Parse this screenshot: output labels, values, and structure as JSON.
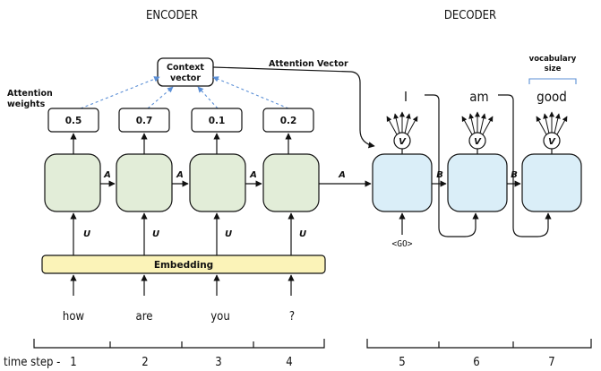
{
  "headers": {
    "encoder": "ENCODER",
    "decoder": "DECODER"
  },
  "context": {
    "line1": "Context",
    "line2": "vector"
  },
  "attention_weights": {
    "line1": "Attention",
    "line2": "weights"
  },
  "attention_vector": "Attention Vector",
  "weights": [
    "0.5",
    "0.7",
    "0.1",
    "0.2"
  ],
  "vocab": {
    "line1": "vocabulary",
    "line2": "size"
  },
  "embedding": "Embedding",
  "input_words": [
    "how",
    "are",
    "you",
    "?"
  ],
  "output_words": [
    "I",
    "am",
    "good"
  ],
  "go_token": "<GO>",
  "labels": {
    "u": "U",
    "a": "A",
    "b": "B",
    "v": "V"
  },
  "time_step_label": "time step -",
  "time_steps": [
    "1",
    "2",
    "3",
    "4",
    "5",
    "6",
    "7"
  ],
  "colors": {
    "encoder_cell": "#e2edd8",
    "decoder_cell": "#daeef8",
    "embedding": "#fbf3b8",
    "attention_arrow": "#5b8fd6"
  }
}
